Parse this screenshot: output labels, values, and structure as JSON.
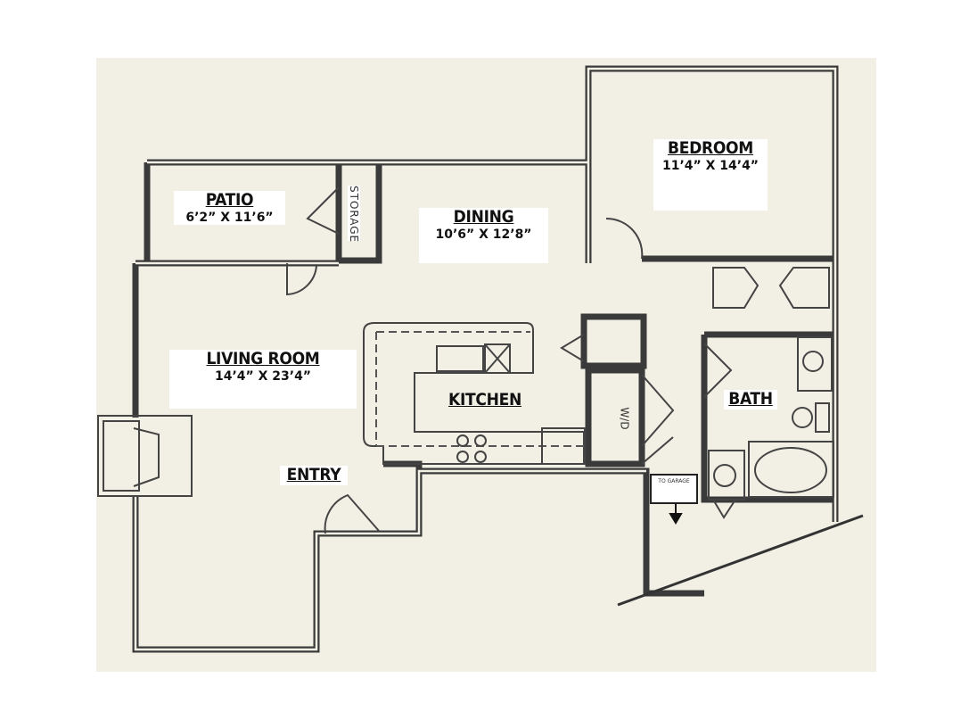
{
  "rooms": {
    "bedroom": {
      "name": "BEDROOM",
      "dims": "11’4” X 14’4”"
    },
    "patio": {
      "name": "PATIO",
      "dims": "6’2” X 11’6”"
    },
    "dining": {
      "name": "DINING",
      "dims": "10’6” X 12’8”"
    },
    "living": {
      "name": "LIVING ROOM",
      "dims": "14’4” X 23’4”"
    },
    "kitchen": {
      "name": "KITCHEN"
    },
    "bath": {
      "name": "BATH"
    },
    "entry": {
      "name": "ENTRY"
    }
  },
  "labels": {
    "storage": "STORAGE",
    "wd": "W/D",
    "to_garage": "TO GARAGE"
  },
  "colors": {
    "paper": "#f2f0e4",
    "wall": "#3a3a3a"
  }
}
